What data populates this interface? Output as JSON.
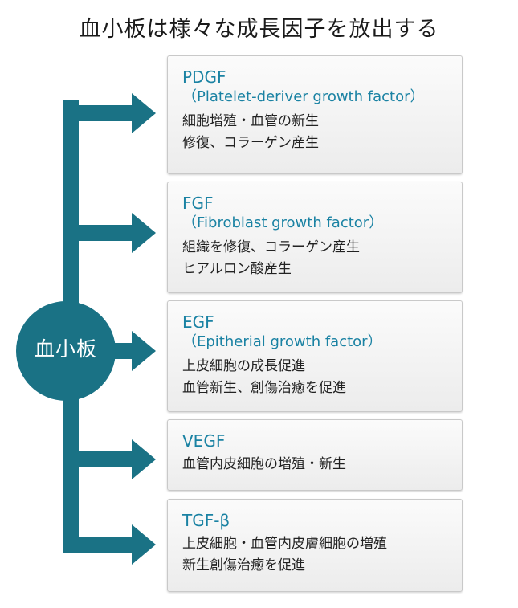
{
  "title": "血小板は様々な成長因子を放出する",
  "hub": {
    "label": "血小板"
  },
  "colors": {
    "accent": "#1a7285",
    "heading_text": "#1a82a3"
  },
  "factors": [
    {
      "name": "PDGF",
      "full": "（Platelet-deriver growth factor）",
      "desc": [
        "細胞増殖・血管の新生",
        "修復、コラーゲン産生"
      ]
    },
    {
      "name": "FGF",
      "full": "（Fibroblast growth factor）",
      "desc": [
        "組織を修復、コラーゲン産生",
        "ヒアルロン酸産生"
      ]
    },
    {
      "name": "EGF",
      "full": "（Epitherial growth factor）",
      "desc": [
        "上皮細胞の成長促進",
        "血管新生、創傷治癒を促進"
      ]
    },
    {
      "name": "VEGF",
      "desc": [
        "血管内皮細胞の増殖・新生"
      ]
    },
    {
      "name": "TGF-β",
      "desc": [
        "上皮細胞・血管内皮膚細胞の増殖",
        "新生創傷治癒を促進"
      ]
    }
  ]
}
